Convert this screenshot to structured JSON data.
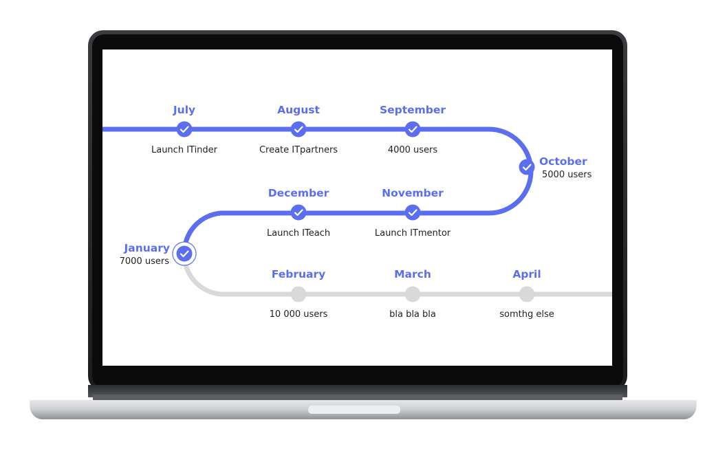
{
  "colors": {
    "accent": "#5b6ef0",
    "pending": "#d9d9d9",
    "text": "#1f1f1f",
    "screen_bg": "#ffffff",
    "bezel": "#0b0b0c"
  },
  "milestones": [
    {
      "month": "July",
      "description": "Launch ITinder",
      "status": "done"
    },
    {
      "month": "August",
      "description": "Create ITpartners",
      "status": "done"
    },
    {
      "month": "September",
      "description": "4000 users",
      "status": "done"
    },
    {
      "month": "October",
      "description": "5000 users",
      "status": "done"
    },
    {
      "month": "November",
      "description": "Launch ITmentor",
      "status": "done"
    },
    {
      "month": "December",
      "description": "Launch ITeach",
      "status": "done"
    },
    {
      "month": "January",
      "description": "7000 users",
      "status": "current"
    },
    {
      "month": "February",
      "description": "10 000 users",
      "status": "pending"
    },
    {
      "month": "March",
      "description": "bla bla bla",
      "status": "pending"
    },
    {
      "month": "April",
      "description": "somthg else",
      "status": "pending"
    }
  ]
}
